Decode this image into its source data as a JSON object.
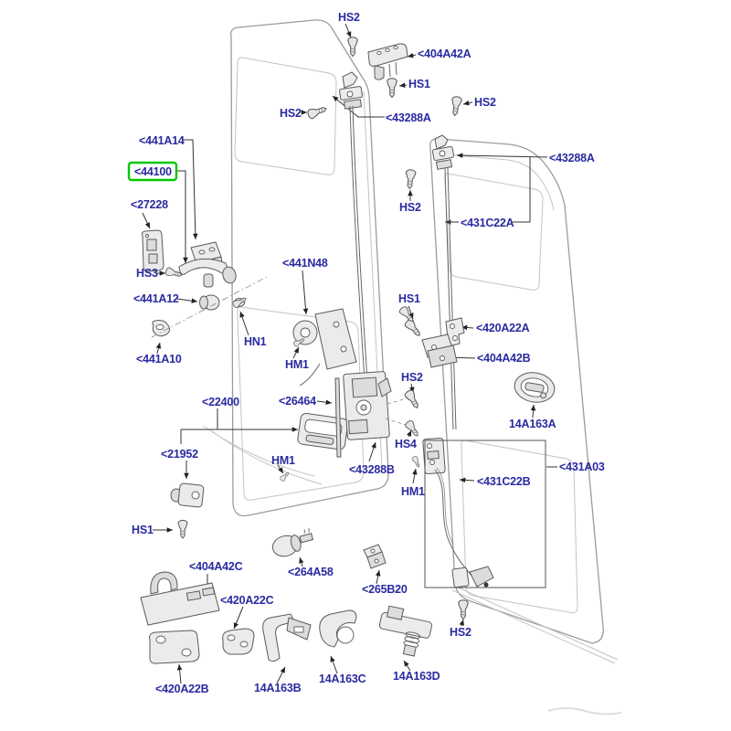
{
  "figure": {
    "kind": "exploded-parts-diagram",
    "highlight_box_color": "#00c800",
    "label_color": "#2a2aa1",
    "line_color": "#333333",
    "door_outline_color": "#9b9b9b"
  },
  "labels": [
    {
      "text": "HS2",
      "kind": "fastener"
    },
    {
      "text": "<404A42A",
      "kind": "part"
    },
    {
      "text": "HS1",
      "kind": "fastener"
    },
    {
      "text": "HS2",
      "kind": "fastener"
    },
    {
      "text": "<43288A",
      "kind": "part"
    },
    {
      "text": "<441A14",
      "kind": "part"
    },
    {
      "text": "<44100",
      "kind": "part",
      "highlighted": true
    },
    {
      "text": "<27228",
      "kind": "part"
    },
    {
      "text": "HS3",
      "kind": "fastener"
    },
    {
      "text": "<441A12",
      "kind": "part"
    },
    {
      "text": "<441A10",
      "kind": "part"
    },
    {
      "text": "HN1",
      "kind": "fastener"
    },
    {
      "text": "HM1",
      "kind": "fastener"
    },
    {
      "text": "<441N48",
      "kind": "part"
    },
    {
      "text": "HS1",
      "kind": "fastener"
    },
    {
      "text": "HS2",
      "kind": "fastener"
    },
    {
      "text": "<22400",
      "kind": "part"
    },
    {
      "text": "<26464",
      "kind": "part"
    },
    {
      "text": "<43288B",
      "kind": "part"
    },
    {
      "text": "HS4",
      "kind": "fastener"
    },
    {
      "text": "HM1",
      "kind": "fastener"
    },
    {
      "text": "<21952",
      "kind": "part"
    },
    {
      "text": "HM1",
      "kind": "fastener"
    },
    {
      "text": "HS1",
      "kind": "fastener"
    },
    {
      "text": "<404A42C",
      "kind": "part"
    },
    {
      "text": "<264A58",
      "kind": "part"
    },
    {
      "text": "<420A22C",
      "kind": "part"
    },
    {
      "text": "<420A22B",
      "kind": "part"
    },
    {
      "text": "14A163B",
      "kind": "part"
    },
    {
      "text": "14A163C",
      "kind": "part"
    },
    {
      "text": "<265B20",
      "kind": "part"
    },
    {
      "text": "14A163D",
      "kind": "part"
    },
    {
      "text": "HS2",
      "kind": "fastener"
    },
    {
      "text": "HS2",
      "kind": "fastener"
    },
    {
      "text": "<43288A",
      "kind": "part"
    },
    {
      "text": "<431C22A",
      "kind": "part"
    },
    {
      "text": "HS2",
      "kind": "fastener"
    },
    {
      "text": "<420A22A",
      "kind": "part"
    },
    {
      "text": "<404A42B",
      "kind": "part"
    },
    {
      "text": "14A163A",
      "kind": "part"
    },
    {
      "text": "<431A03",
      "kind": "part"
    },
    {
      "text": "<431C22B",
      "kind": "part"
    }
  ]
}
